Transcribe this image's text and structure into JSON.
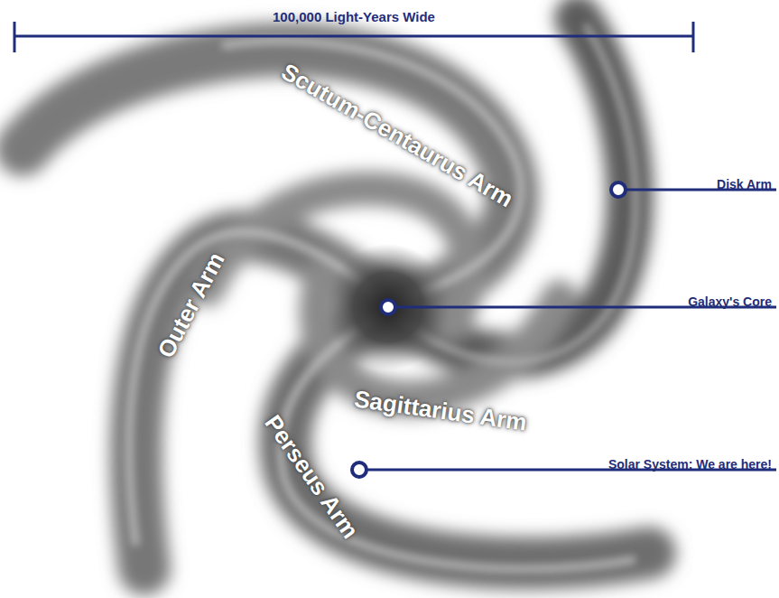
{
  "diagram": {
    "labels": [
      "100,000 Light-Years Wide",
      "Scutum-Centaurus Arm",
      "Disk Arm",
      "Galaxy's Core",
      "Outer Arm",
      "Sagittarius Arm",
      "Solar System: We are here!",
      "Perseus Arm"
    ]
  }
}
